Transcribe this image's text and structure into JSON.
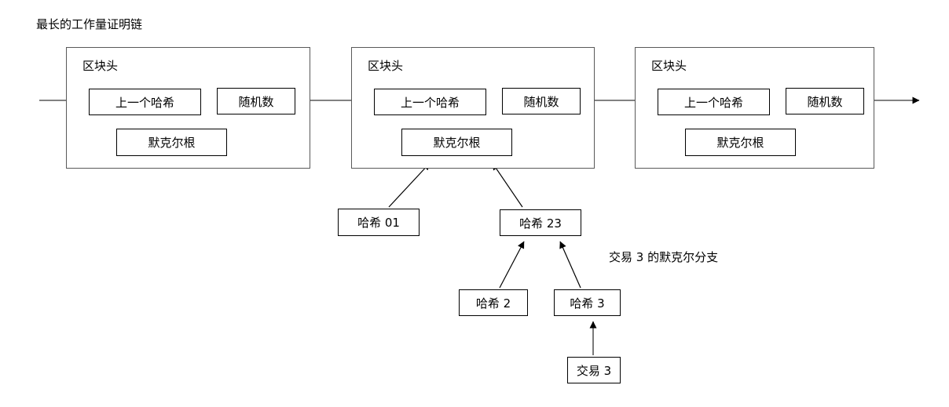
{
  "diagram": {
    "title": "最长的工作量证明链",
    "annotation": "交易 3 的默克尔分支",
    "colors": {
      "block_border": "#595959",
      "cell_border": "#000000",
      "wire": "#595959",
      "arrow_fill": "#000000",
      "background": "#ffffff",
      "text": "#000000"
    }
  },
  "blocks": [
    {
      "header_label": "区块头",
      "prev_hash_label": "上一个哈希",
      "nonce_label": "随机数",
      "merkle_root_label": "默克尔根"
    },
    {
      "header_label": "区块头",
      "prev_hash_label": "上一个哈希",
      "nonce_label": "随机数",
      "merkle_root_label": "默克尔根"
    },
    {
      "header_label": "区块头",
      "prev_hash_label": "上一个哈希",
      "nonce_label": "随机数",
      "merkle_root_label": "默克尔根"
    }
  ],
  "merkle_branch": {
    "hash01_label": "哈希 01",
    "hash23_label": "哈希 23",
    "hash2_label": "哈希 2",
    "hash3_label": "哈希 3",
    "tx3_label": "交易 3"
  }
}
